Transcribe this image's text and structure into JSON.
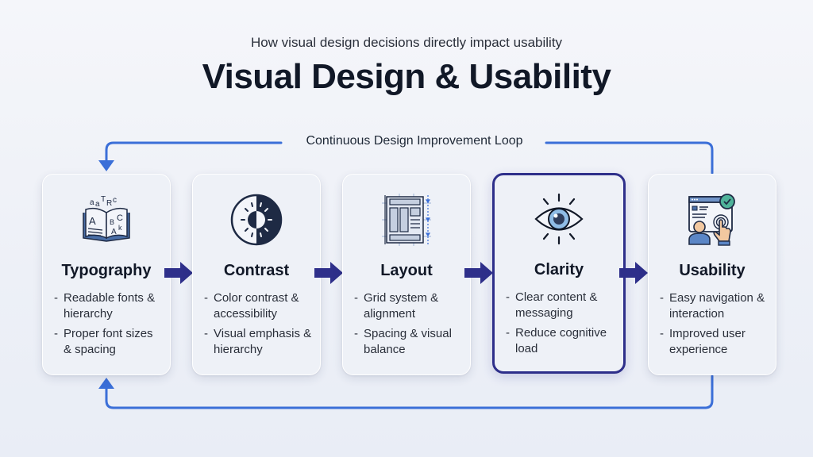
{
  "header": {
    "subtitle": "How visual design decisions directly impact usability",
    "title": "Visual Design & Usability"
  },
  "loop": {
    "label": "Continuous Design Improvement Loop",
    "color": "#3b6fd8"
  },
  "colors": {
    "flow_arrow": "#2e2f8a",
    "active_border": "#2e2f8a",
    "card_bg": "#eef1f7",
    "text_dark": "#111827"
  },
  "steps": [
    {
      "title": "Typography",
      "icon": "open-book-letters-icon",
      "points": [
        "Readable fonts & hierarchy",
        "Proper font sizes & spacing"
      ],
      "active": false
    },
    {
      "title": "Contrast",
      "icon": "half-contrast-sun-icon",
      "points": [
        "Color contrast & accessibility",
        "Visual emphasis & hierarchy"
      ],
      "active": false
    },
    {
      "title": "Layout",
      "icon": "grid-layout-icon",
      "points": [
        "Grid system & alignment",
        "Spacing & visual balance"
      ],
      "active": false
    },
    {
      "title": "Clarity",
      "icon": "eye-icon",
      "points": [
        "Clear content & messaging",
        "Reduce cognitive load"
      ],
      "active": true
    },
    {
      "title": "Usability",
      "icon": "user-touch-screen-icon",
      "points": [
        "Easy navigation & interaction",
        "Improved user experience"
      ],
      "active": false
    }
  ]
}
